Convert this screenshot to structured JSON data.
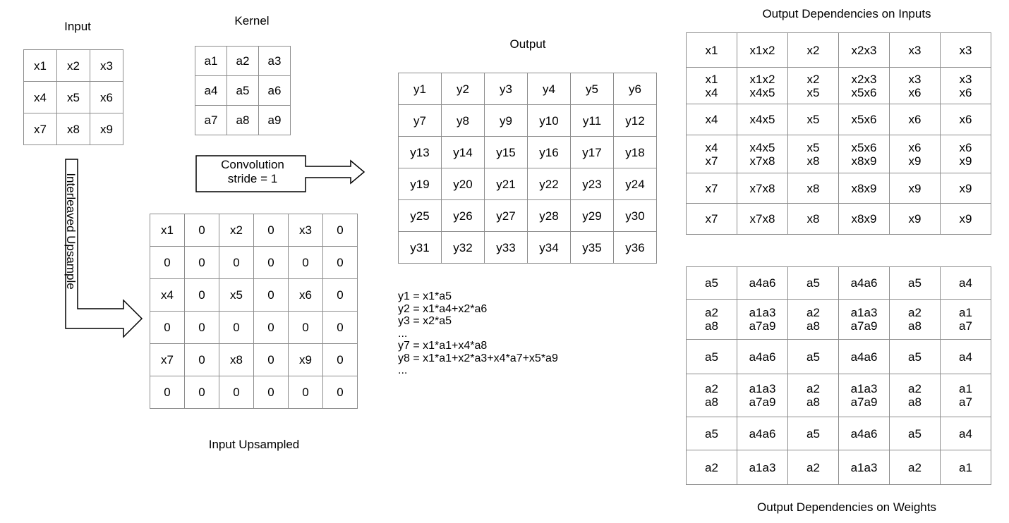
{
  "input": {
    "title": "Input",
    "rows": [
      [
        "x1",
        "x2",
        "x3"
      ],
      [
        "x4",
        "x5",
        "x6"
      ],
      [
        "x7",
        "x8",
        "x9"
      ]
    ]
  },
  "kernel": {
    "title": "Kernel",
    "rows": [
      [
        "a1",
        "a2",
        "a3"
      ],
      [
        "a4",
        "a5",
        "a6"
      ],
      [
        "a7",
        "a8",
        "a9"
      ]
    ]
  },
  "upsample_arrow_label": "Interleaved Upsample",
  "conv_arrow": {
    "line1": "Convolution",
    "line2": "stride = 1"
  },
  "upsampled": {
    "title": "Input Upsampled",
    "rows": [
      [
        "x1",
        "0",
        "x2",
        "0",
        "x3",
        "0"
      ],
      [
        "0",
        "0",
        "0",
        "0",
        "0",
        "0"
      ],
      [
        "x4",
        "0",
        "x5",
        "0",
        "x6",
        "0"
      ],
      [
        "0",
        "0",
        "0",
        "0",
        "0",
        "0"
      ],
      [
        "x7",
        "0",
        "x8",
        "0",
        "x9",
        "0"
      ],
      [
        "0",
        "0",
        "0",
        "0",
        "0",
        "0"
      ]
    ]
  },
  "output": {
    "title": "Output",
    "rows": [
      [
        "y1",
        "y2",
        "y3",
        "y4",
        "y5",
        "y6"
      ],
      [
        "y7",
        "y8",
        "y9",
        "y10",
        "y11",
        "y12"
      ],
      [
        "y13",
        "y14",
        "y15",
        "y16",
        "y17",
        "y18"
      ],
      [
        "y19",
        "y20",
        "y21",
        "y22",
        "y23",
        "y24"
      ],
      [
        "y25",
        "y26",
        "y27",
        "y28",
        "y29",
        "y30"
      ],
      [
        "y31",
        "y32",
        "y33",
        "y34",
        "y35",
        "y36"
      ]
    ]
  },
  "equations": [
    "y1 = x1*a5",
    "y2 = x1*a4+x2*a6",
    "y3 = x2*a5",
    "...",
    "y7 = x1*a1+x4*a8",
    "y8 = x1*a1+x2*a3+x4*a7+x5*a9",
    "..."
  ],
  "dep_inputs": {
    "title": "Output Dependencies on Inputs",
    "rows": [
      [
        "x1",
        "x1x2",
        "x2",
        "x2x3",
        "x3",
        "x3"
      ],
      [
        "x1\nx4",
        "x1x2\nx4x5",
        "x2\nx5",
        "x2x3\nx5x6",
        "x3\nx6",
        "x3\nx6"
      ],
      [
        "x4",
        "x4x5",
        "x5",
        "x5x6",
        "x6",
        "x6"
      ],
      [
        "x4\nx7",
        "x4x5\nx7x8",
        "x5\nx8",
        "x5x6\nx8x9",
        "x6\nx9",
        "x6\nx9"
      ],
      [
        "x7",
        "x7x8",
        "x8",
        "x8x9",
        "x9",
        "x9"
      ],
      [
        "x7",
        "x7x8",
        "x8",
        "x8x9",
        "x9",
        "x9"
      ]
    ]
  },
  "dep_weights": {
    "title": "Output Dependencies on Weights",
    "rows": [
      [
        "a5",
        "a4a6",
        "a5",
        "a4a6",
        "a5",
        "a4"
      ],
      [
        "a2\na8",
        "a1a3\na7a9",
        "a2\na8",
        "a1a3\na7a9",
        "a2\na8",
        "a1\na7"
      ],
      [
        "a5",
        "a4a6",
        "a5",
        "a4a6",
        "a5",
        "a4"
      ],
      [
        "a2\na8",
        "a1a3\na7a9",
        "a2\na8",
        "a1a3\na7a9",
        "a2\na8",
        "a1\na7"
      ],
      [
        "a5",
        "a4a6",
        "a5",
        "a4a6",
        "a5",
        "a4"
      ],
      [
        "a2",
        "a1a3",
        "a2",
        "a1a3",
        "a2",
        "a1"
      ]
    ]
  }
}
